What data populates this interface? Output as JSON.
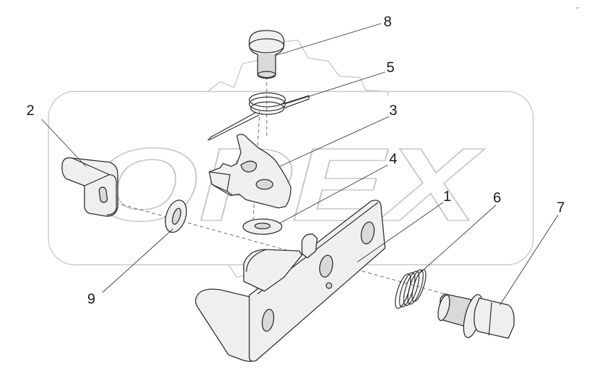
{
  "diagram": {
    "watermark_text": "OPEX",
    "corner_mark": "⌐",
    "callouts": [
      {
        "label": "1"
      },
      {
        "label": "2"
      },
      {
        "label": "3"
      },
      {
        "label": "4"
      },
      {
        "label": "5"
      },
      {
        "label": "6"
      },
      {
        "label": "7"
      },
      {
        "label": "8"
      },
      {
        "label": "9"
      }
    ]
  }
}
